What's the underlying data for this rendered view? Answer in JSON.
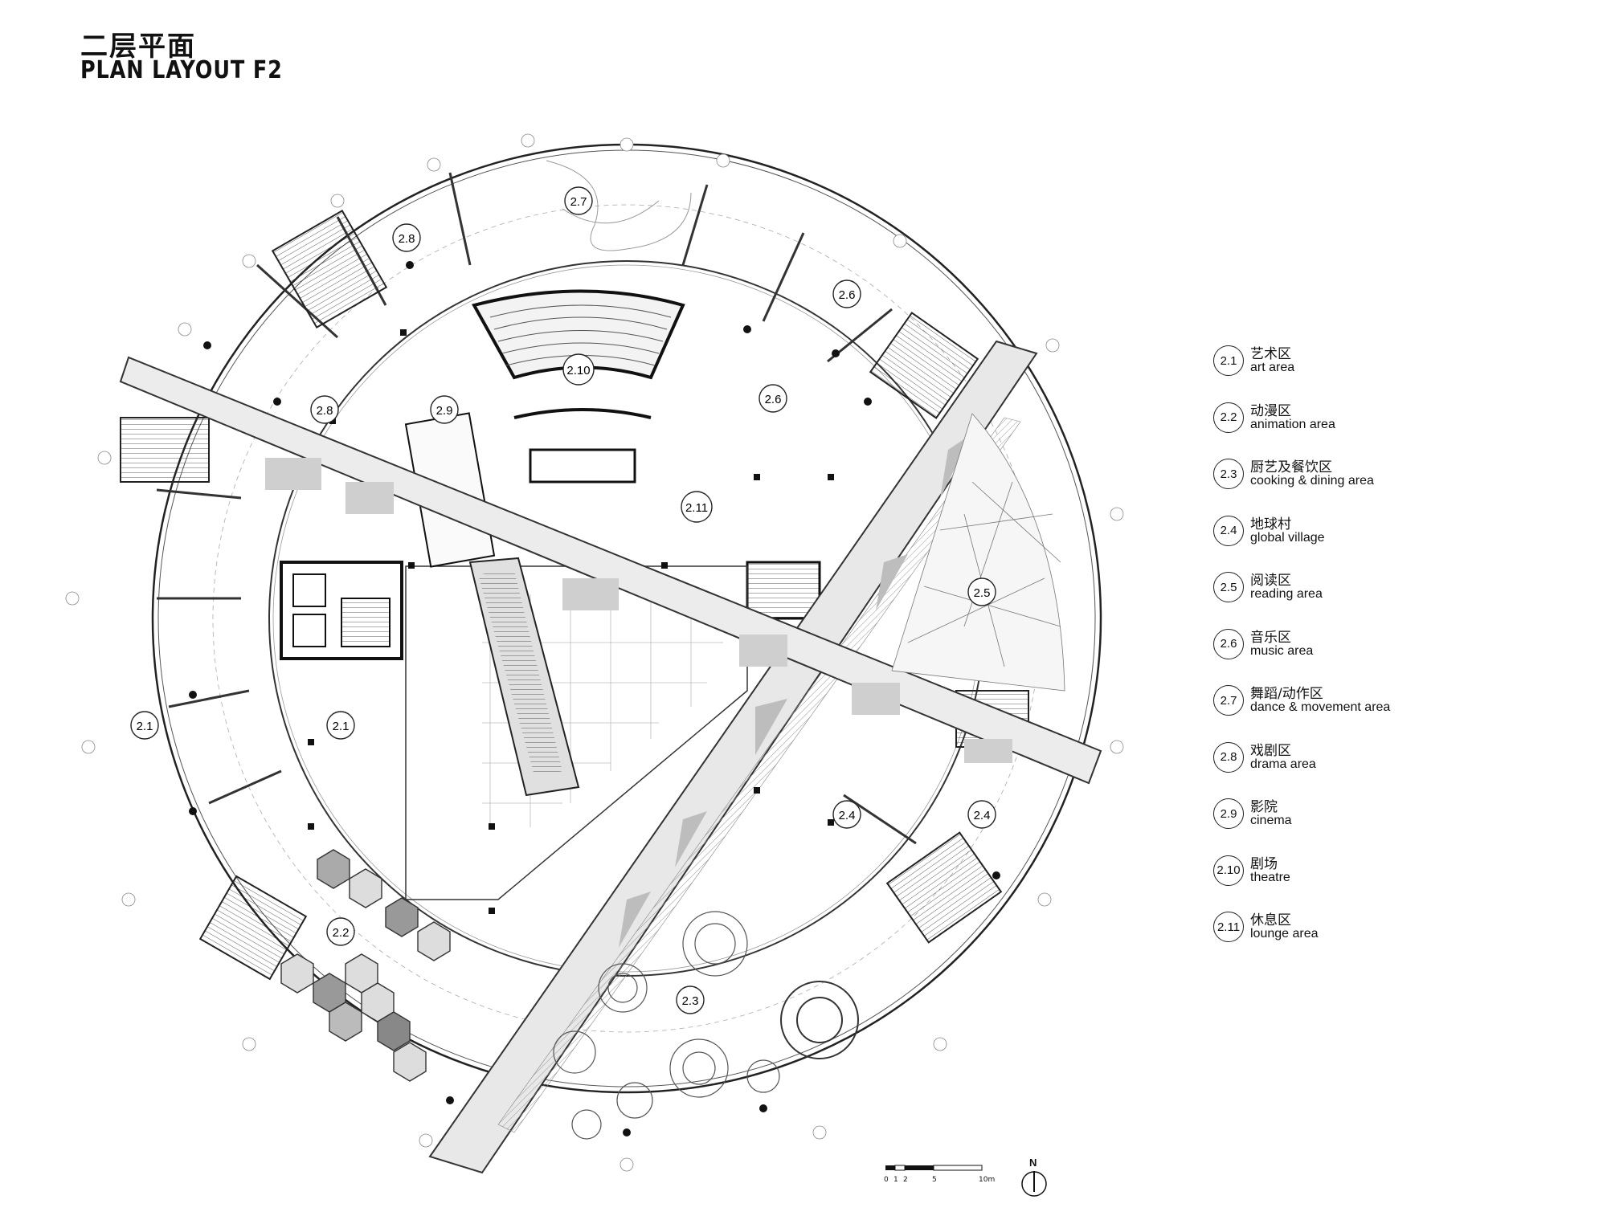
{
  "title": {
    "cn": "二层平面",
    "en": "PLAN LAYOUT F2"
  },
  "legend": [
    {
      "code": "2.1",
      "cn": "艺术区",
      "en": "art area"
    },
    {
      "code": "2.2",
      "cn": "动漫区",
      "en": "animation area"
    },
    {
      "code": "2.3",
      "cn": "厨艺及餐饮区",
      "en": "cooking & dining area"
    },
    {
      "code": "2.4",
      "cn": "地球村",
      "en": "global village"
    },
    {
      "code": "2.5",
      "cn": "阅读区",
      "en": "reading area"
    },
    {
      "code": "2.6",
      "cn": "音乐区",
      "en": "music area"
    },
    {
      "code": "2.7",
      "cn": "舞蹈/动作区",
      "en": "dance & movement area"
    },
    {
      "code": "2.8",
      "cn": "戏剧区",
      "en": "drama area"
    },
    {
      "code": "2.9",
      "cn": "影院",
      "en": "cinema"
    },
    {
      "code": "2.10",
      "cn": "剧场",
      "en": "theatre"
    },
    {
      "code": "2.11",
      "cn": "休息区",
      "en": "lounge area"
    }
  ],
  "plan_labels": {
    "a_2_7": "2.7",
    "a_2_8_outer": "2.8",
    "a_2_6_outer": "2.6",
    "a_2_8_inner": "2.8",
    "a_2_9": "2.9",
    "a_2_10": "2.10",
    "a_2_6_inner": "2.6",
    "a_2_11": "2.11",
    "a_2_5": "2.5",
    "a_2_1_outer": "2.1",
    "a_2_1_inner": "2.1",
    "a_2_4_inner": "2.4",
    "a_2_4_outer": "2.4",
    "a_2_2": "2.2",
    "a_2_3": "2.3"
  },
  "scale_bar": {
    "t0": "0",
    "t1": "1",
    "t2": "2",
    "t5": "5",
    "t10": "10m"
  },
  "north_label": "N"
}
